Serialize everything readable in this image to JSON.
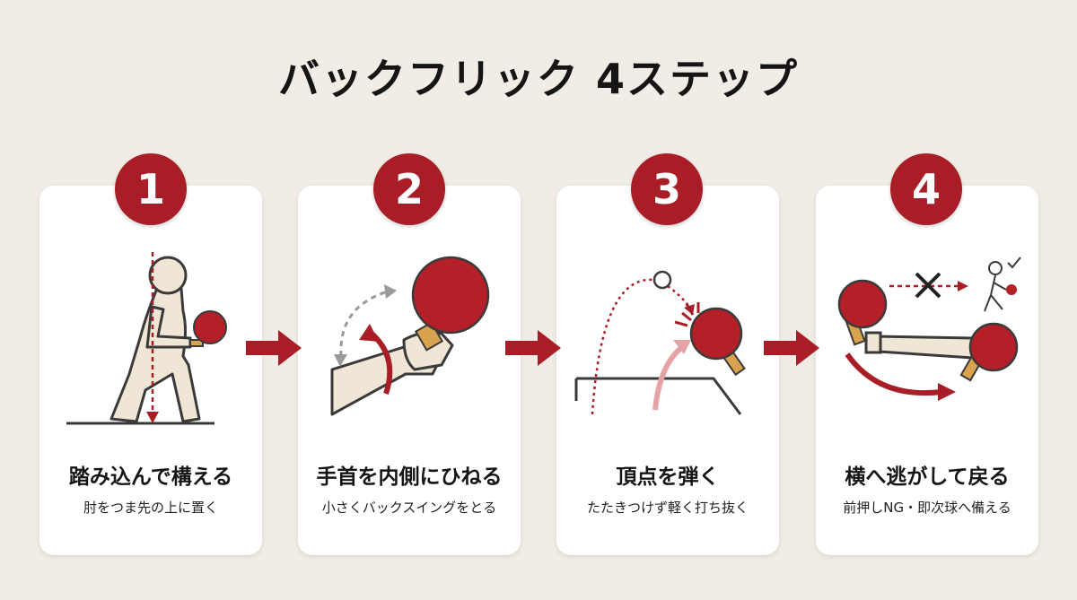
{
  "title": "バックフリック 4ステップ",
  "colors": {
    "accent": "#a91e26",
    "background": "#f1ede6",
    "card": "#ffffff",
    "body": "#efe6d6",
    "outline": "#3a3a3a"
  },
  "steps": [
    {
      "number": "1",
      "title": "踏み込んで構える",
      "subtitle": "肘をつま先の上に置く",
      "icon": "player-stance-icon"
    },
    {
      "number": "2",
      "title": "手首を内側にひねる",
      "subtitle": "小さくバックスイングをとる",
      "icon": "wrist-twist-icon"
    },
    {
      "number": "3",
      "title": "頂点を弾く",
      "subtitle": "たたきつけず軽く打ち抜く",
      "icon": "ball-apex-icon"
    },
    {
      "number": "4",
      "title": "横へ逃がして戻る",
      "subtitle": "前押しNG・即次球へ備える",
      "icon": "follow-through-icon"
    }
  ]
}
